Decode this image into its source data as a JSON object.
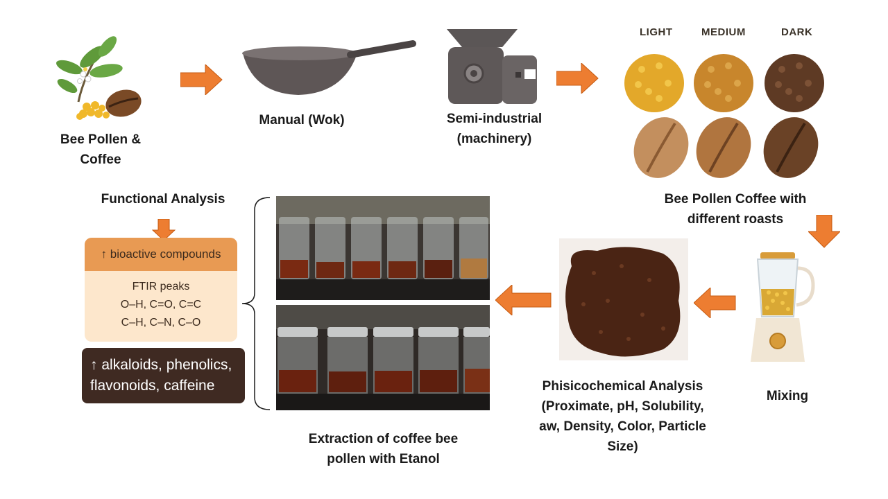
{
  "nodes": {
    "bee_pollen": "Bee Pollen &\nCoffee",
    "manual": "Manual (Wok)",
    "semi": "Semi-industrial\n(machinery)",
    "roasts": "Bee Pollen Coffee with\ndifferent roasts",
    "mixing": "Mixing",
    "physico": "Phisicochemical Analysis\n(Proximate, pH, Solubility,\naw, Density, Color, Particle\nSize)",
    "extraction": "Extraction of coffee bee\npollen with Etanol",
    "functional": "Functional Analysis"
  },
  "roast_levels": [
    "LIGHT",
    "MEDIUM",
    "DARK"
  ],
  "functional_box": {
    "header": "bioactive compounds",
    "ftir_title": "FTIR peaks",
    "ftir_line1": "O–H, C=O, C=C",
    "ftir_line2": "C–H, C–N, C–O"
  },
  "compounds_box": {
    "line1": "alkaloids, phenolics,",
    "line2": "flavonoids, caffeine"
  },
  "colors": {
    "arrow": "#ed7d31",
    "light_roast": "#e3a82a",
    "medium_roast": "#c8862c",
    "dark_roast": "#5e3a24",
    "box_header": "#e89a53",
    "box_fill": "#fde7cc",
    "compound_box": "#3f2a22"
  }
}
